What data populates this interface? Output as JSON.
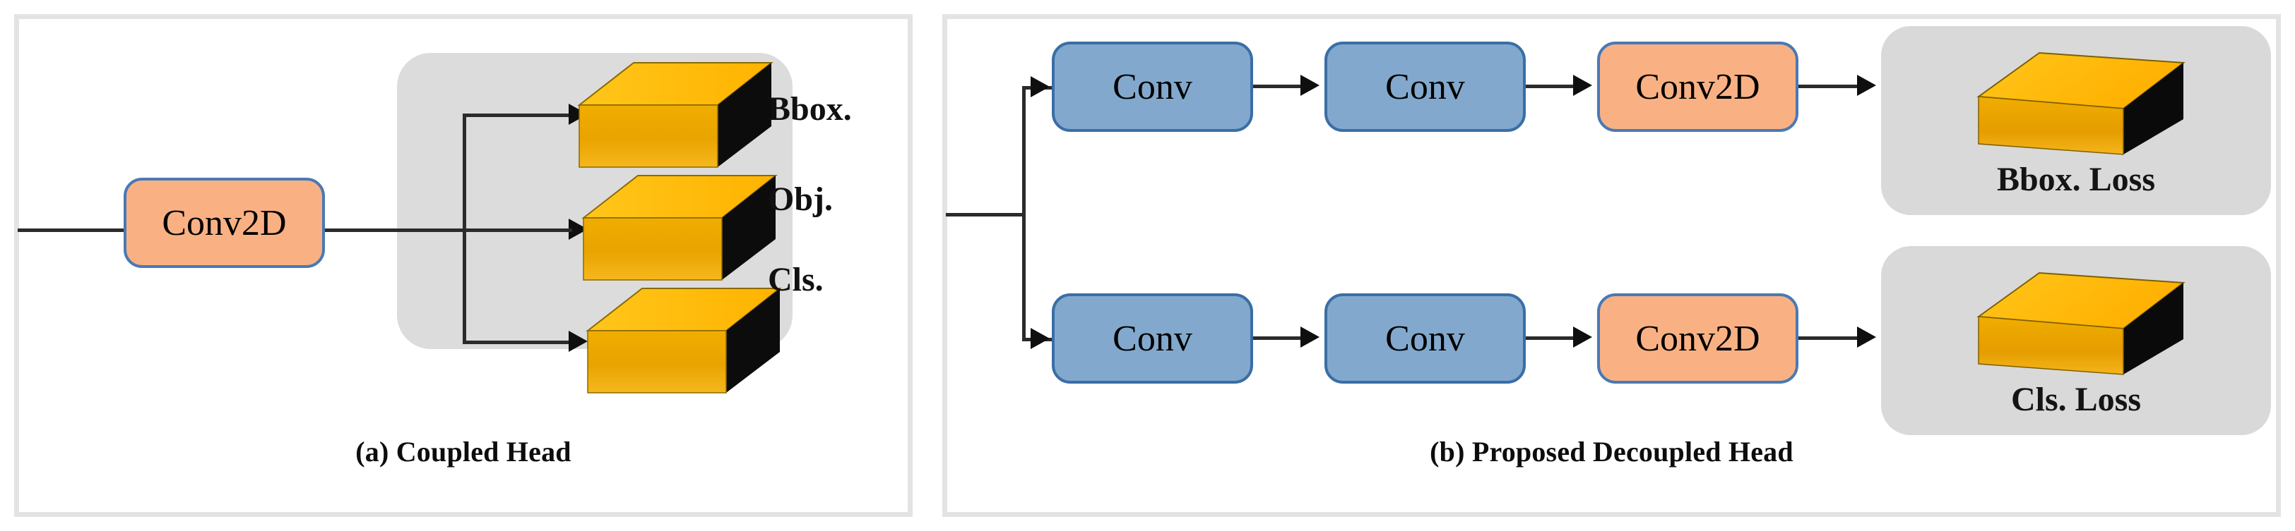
{
  "figure": {
    "panels": [
      {
        "id": "coupled-head",
        "caption": "(a) Coupled Head",
        "blocks": [
          {
            "label": "Conv2D",
            "type": "conv2d"
          }
        ],
        "outputs": [
          {
            "label": "Bbox.",
            "icon": "slab-3d"
          },
          {
            "label": "Obj.",
            "icon": "slab-3d"
          },
          {
            "label": "Cls.",
            "icon": "slab-3d"
          }
        ]
      },
      {
        "id": "decoupled-head",
        "caption": "(b) Proposed Decoupled Head",
        "branches": [
          {
            "name": "bbox-branch",
            "blocks": [
              {
                "label": "Conv",
                "type": "conv"
              },
              {
                "label": "Conv",
                "type": "conv"
              },
              {
                "label": "Conv2D",
                "type": "conv2d"
              }
            ],
            "output": {
              "label": "Bbox. Loss",
              "icon": "cube-3d"
            }
          },
          {
            "name": "cls-branch",
            "blocks": [
              {
                "label": "Conv",
                "type": "conv"
              },
              {
                "label": "Conv",
                "type": "conv"
              },
              {
                "label": "Conv2D",
                "type": "conv2d"
              }
            ],
            "output": {
              "label": "Cls. Loss",
              "icon": "cube-3d"
            }
          }
        ]
      }
    ]
  },
  "colors": {
    "conv2d_fill": "#f9b184",
    "conv2d_border": "#4a79b4",
    "conv_fill": "#82a9cd",
    "conv_border": "#3a6ea5",
    "group_grey": "#dcdcdc",
    "panel_border": "#e3e3e3",
    "arrow": "#2b2b2b",
    "slab_top": "#ffc000",
    "slab_front": "#e8a200",
    "slab_side": "#0c0c0c"
  }
}
